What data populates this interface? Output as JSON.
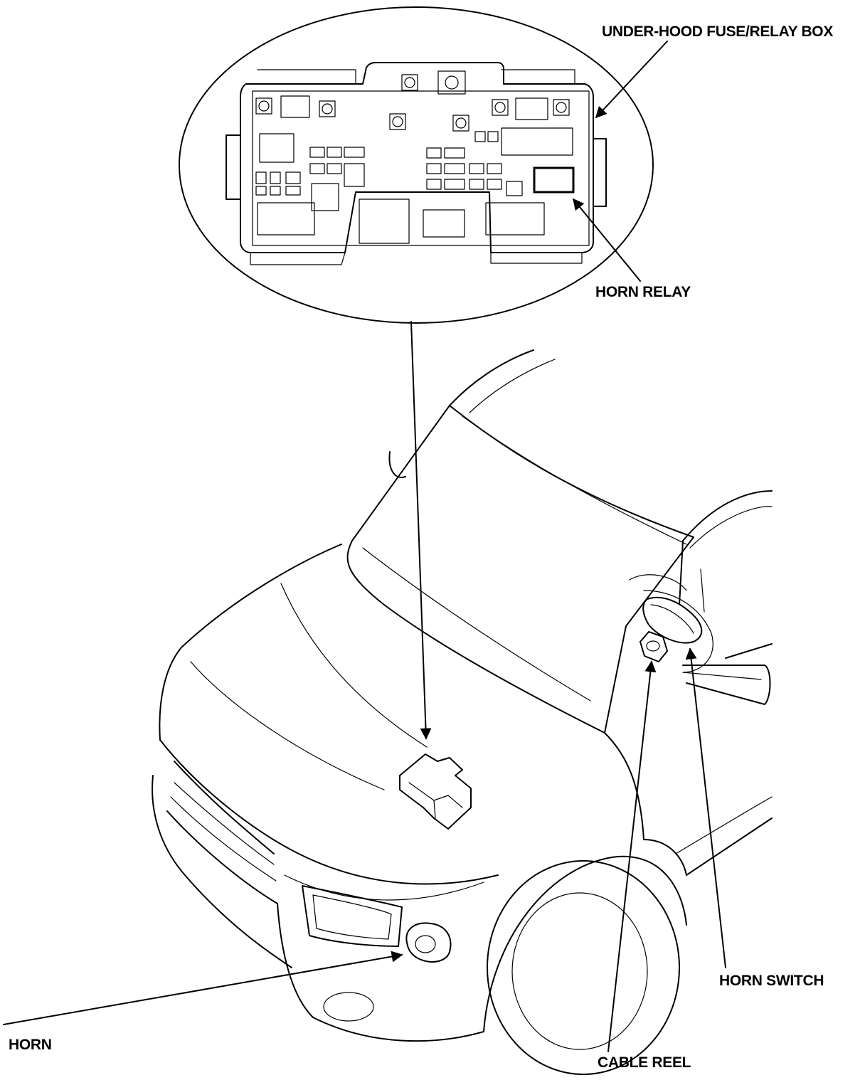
{
  "labels": {
    "fuse_box": "UNDER-HOOD FUSE/RELAY BOX",
    "horn_relay": "HORN RELAY",
    "horn_switch": "HORN SWITCH",
    "horn": "HORN",
    "cable_reel": "CABLE REEL"
  }
}
